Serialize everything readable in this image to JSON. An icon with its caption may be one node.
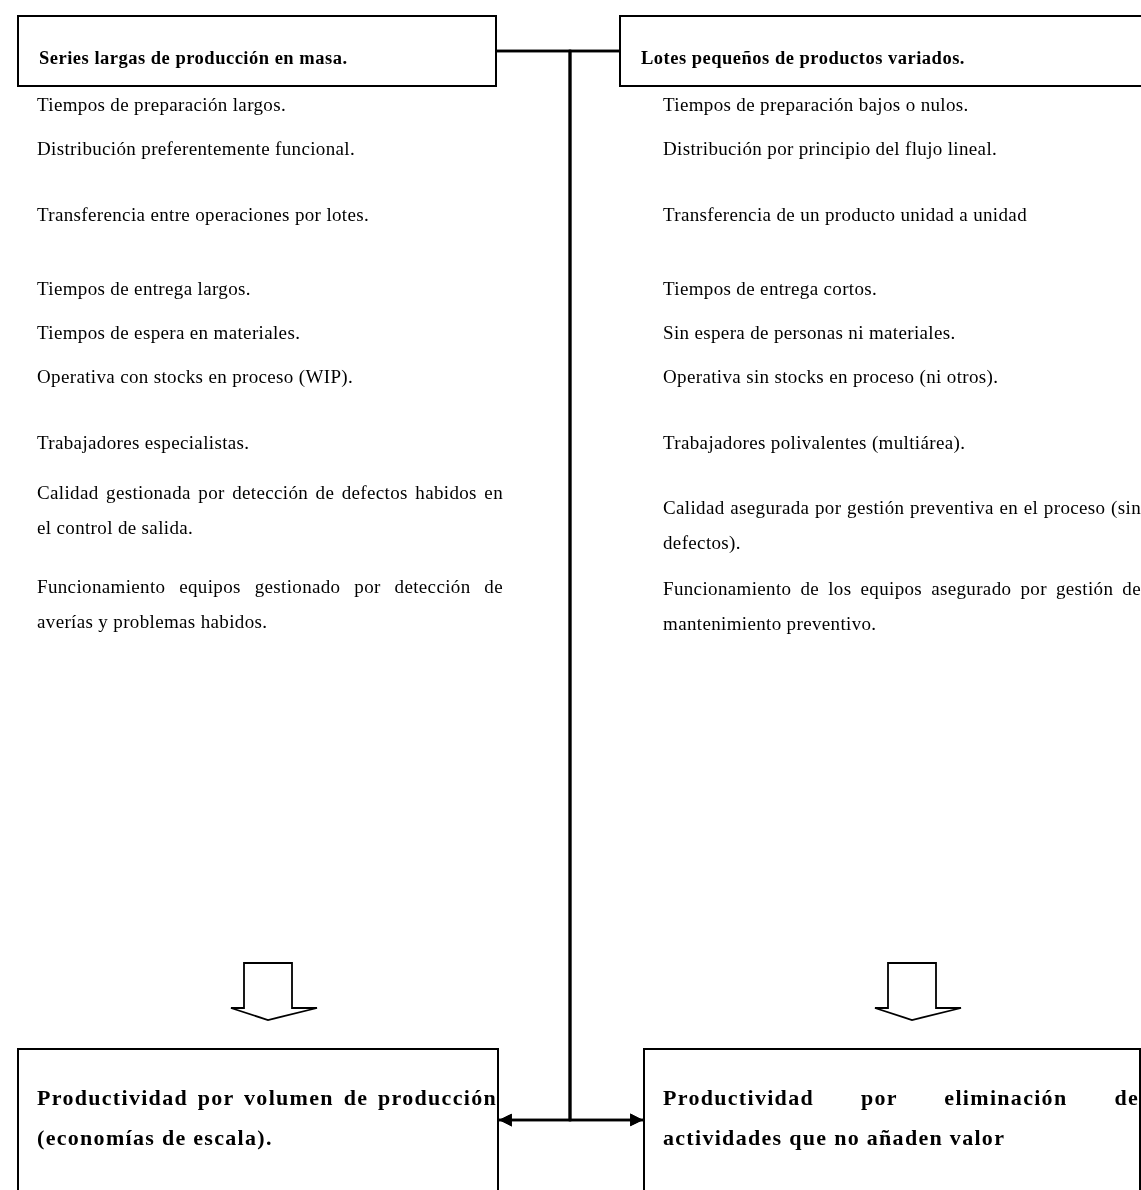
{
  "diagram": {
    "nodes": [
      {
        "text": [
          "Series largas de producción en masa."
        ]
      },
      {
        "text": [
          "Lotes pequeños de productos variados."
        ]
      },
      {
        "text": [
          "Productividad por volumen de producción (economías de escala)."
        ]
      },
      {
        "text": [
          "Productividad por eliminación de actividades que no añaden valor"
        ]
      }
    ],
    "edges": [
      {
        "from": null,
        "to": 2,
        "arrow": "to",
        "style": "thick"
      },
      {
        "from": null,
        "to": 3,
        "arrow": "to",
        "style": "thick"
      },
      {
        "from": 0,
        "to": 2,
        "arrow": "to"
      },
      {
        "from": 0,
        "to": 3,
        "arrow": "to"
      },
      {
        "from": 1,
        "to": 2,
        "arrow": "to"
      },
      {
        "from": 1,
        "to": 3,
        "arrow": "to"
      }
    ],
    "labels": [
      "Tiempos de preparación largos.",
      "Tiempos de preparación bajos o nulos.",
      "Distribución preferentemente funcional.",
      "Distribución por principio del flujo lineal.",
      "Transferencia entre operaciones por lotes.",
      "Transferencia de un producto unidad a unidad",
      "Tiempos de entrega largos.",
      "Tiempos de entrega cortos.",
      "Tiempos de espera en materiales.",
      "Sin espera de personas ni materiales.",
      "Operativa con stocks en proceso (WIP).",
      "Operativa sin stocks en proceso (ni otros).",
      "Trabajadores especialistas.",
      "Trabajadores polivalentes (multiárea).",
      "Calidad gestionada por detección de defectos habidos en el control de salida.",
      "Calidad asegurada por gestión preventiva en el proceso (sin defectos).",
      "Funcionamiento equipos gestionado por detección de averías y problemas habidos.",
      "Funcionamiento de los equipos asegurado por gestión de mantenimiento preventivo."
    ]
  }
}
